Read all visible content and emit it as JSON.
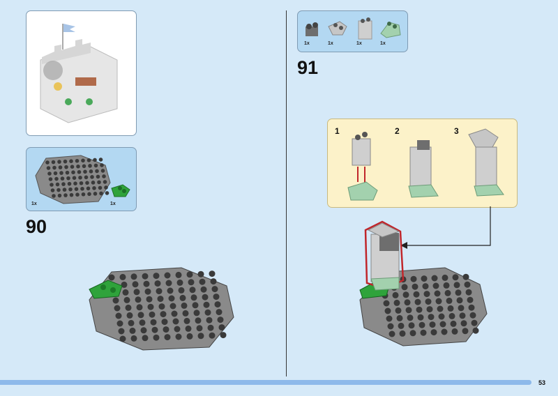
{
  "page_number": "53",
  "steps": [
    {
      "number": "90",
      "parts": [
        {
          "qty": "1x",
          "name": "octagonal-plate"
        },
        {
          "qty": "1x",
          "name": "green-wedge-plate"
        }
      ]
    },
    {
      "number": "91",
      "parts": [
        {
          "qty": "1x",
          "name": "dark-gray-brick-1x2"
        },
        {
          "qty": "1x",
          "name": "light-gray-inverted-slope"
        },
        {
          "qty": "1x",
          "name": "light-gray-brick-1x2x2"
        },
        {
          "qty": "1x",
          "name": "sand-green-slope"
        }
      ],
      "substeps": [
        "1",
        "2",
        "3"
      ]
    }
  ],
  "colors": {
    "background": "#d5e9f8",
    "parts_box": "#b3d8f2",
    "callout": "#fcf2c9",
    "accent_bar": "#8db9ea",
    "plate": "#6b6b6b",
    "green": "#2fa33b",
    "sand_green": "#a3d1ae",
    "highlight": "#c0262b"
  }
}
